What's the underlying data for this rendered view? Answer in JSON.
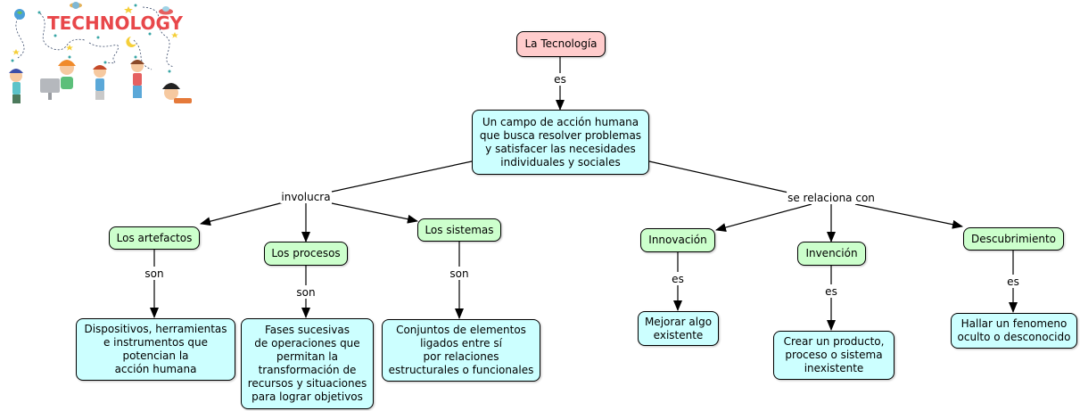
{
  "banner": {
    "title": "TECHNOLOGY",
    "colors": {
      "title": "#e8474a",
      "dots": "#3aa6a6",
      "stars": "#f5cf3a"
    }
  },
  "colors": {
    "root_fill": "#ffcccc",
    "concept_fill": "#ccffcc",
    "detail_fill": "#ccffff",
    "border": "#000000"
  },
  "nodes": {
    "root": "La Tecnología",
    "definition": "Un campo de acción humana\nque busca resolver problemas\ny satisfacer las necesidades\nindividuales y sociales",
    "artefactos": "Los artefactos",
    "procesos": "Los procesos",
    "sistemas": "Los sistemas",
    "innovacion": "Innovación",
    "invencion": "Invención",
    "descubrimiento": "Descubrimiento",
    "artefactos_def": "Dispositivos, herramientas\ne instrumentos que\npotencian la\nacción humana",
    "procesos_def": "Fases sucesivas\nde operaciones que\npermitan la\ntransformación de\nrecursos y situaciones\npara lograr objetivos",
    "sistemas_def": "Conjuntos de elementos\nligados entre sí\npor relaciones\nestructurales o funcionales",
    "innovacion_def": "Mejorar algo\nexistente",
    "invencion_def": "Crear un producto,\nproceso o sistema\ninexistente",
    "descubrimiento_def": "Hallar un fenomeno\noculto o desconocido"
  },
  "links": {
    "es_root": "es",
    "involucra": "involucra",
    "se_relaciona": "se relaciona con",
    "son_artefactos": "son",
    "son_procesos": "son",
    "son_sistemas": "son",
    "es_innovacion": "es",
    "es_invencion": "es",
    "es_descubrimiento": "es"
  }
}
